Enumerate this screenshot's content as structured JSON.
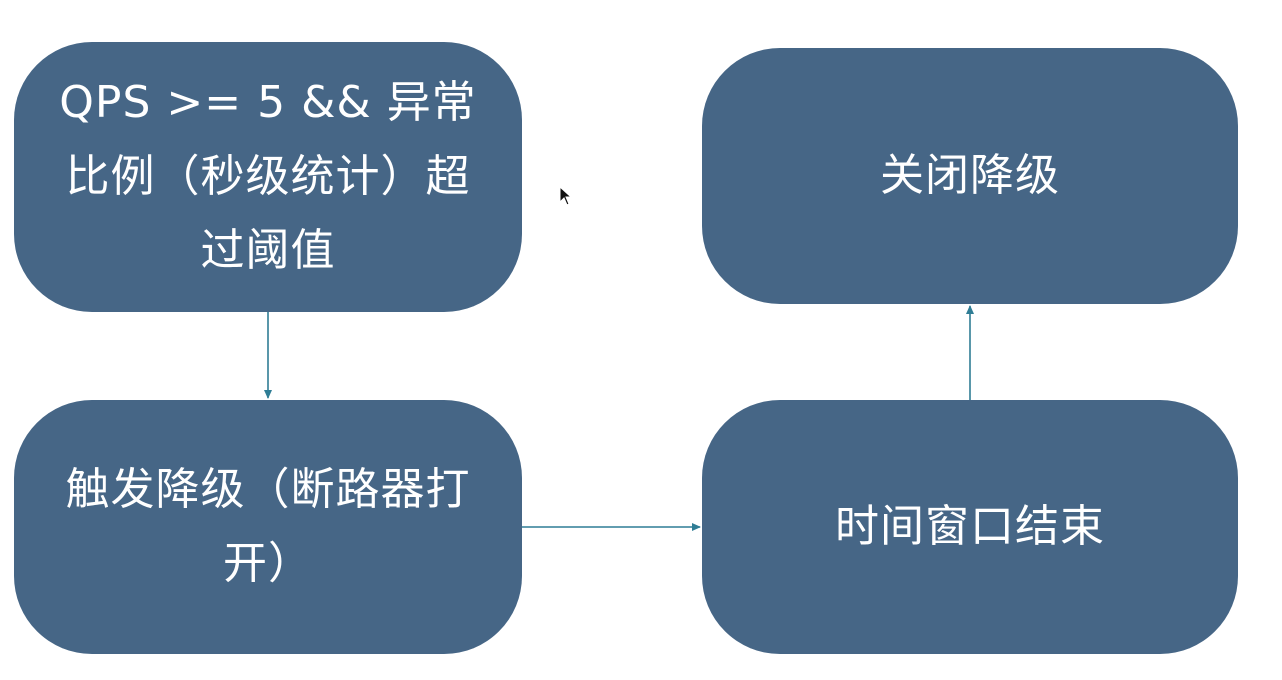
{
  "diagram": {
    "nodes": {
      "threshold": "QPS >= 5 && 异常比例（秒级统计）超过阈值",
      "trigger": "触发降级（断路器打开）",
      "window_end": "时间窗口结束",
      "close": "关闭降级"
    },
    "edges": [
      {
        "from": "threshold",
        "to": "trigger"
      },
      {
        "from": "trigger",
        "to": "window_end"
      },
      {
        "from": "window_end",
        "to": "close"
      }
    ]
  },
  "colors": {
    "node_fill": "#466686",
    "node_text": "#ffffff",
    "connector": "#2f7d95",
    "background": "#ffffff"
  },
  "icons": {
    "cursor": "mouse-pointer-icon"
  }
}
